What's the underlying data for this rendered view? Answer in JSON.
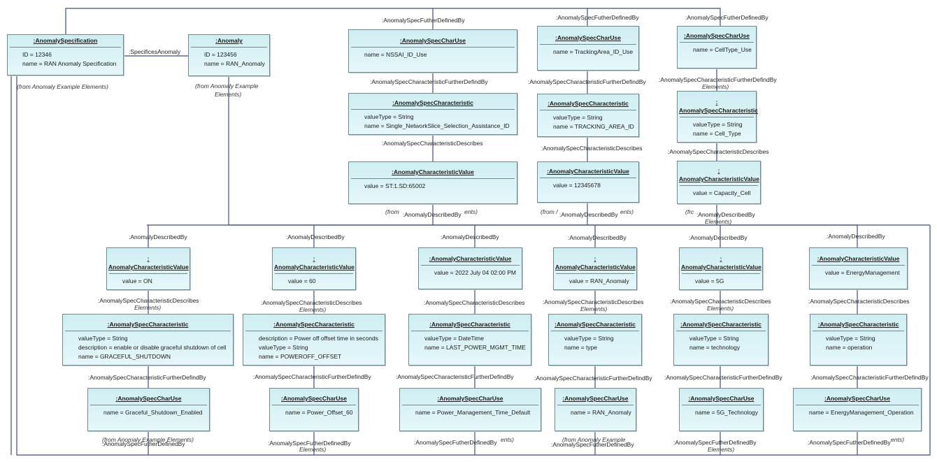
{
  "top": {
    "spec": {
      "title": ":AnomalySpecification",
      "attrs": [
        "ID = 12346",
        "name = RAN Anomaly Specification"
      ],
      "from": "(from Anomaly Example Elements)"
    },
    "specifies_label": ":SpecificesAnomaly",
    "anomaly": {
      "title": ":Anomaly",
      "attrs": [
        "ID = 123456",
        "name = RAN_Anomaly"
      ],
      "from1": "(from Anomaly Example",
      "from2": "Elements)"
    }
  },
  "upper_cols": [
    {
      "fd_label": ":AnomalySpecFutherDefinedBy",
      "charuse": {
        "title": ":AnomalySpecCharUse",
        "attrs": [
          "name = NSSAI_ID_Use"
        ]
      },
      "cfd_label": ":AnomalySpecCharacteristicFurtherDefindBy",
      "char": {
        "title": ":AnomalySpecCharacteristic",
        "attrs": [
          "valueType = String",
          "name = Single_NetworkSlice_Selection_Assistance_ID"
        ]
      },
      "cd_label": ":AnomalySpecCharacteristicDescribes",
      "val": {
        "title": ":AnomalyCharacteristicValue",
        "attrs": [
          "value = ST:1.SD:65002"
        ]
      },
      "from_frag": "(from",
      "from_frag2": "ents)",
      "db_label": ":AnomalyDescribedBy"
    },
    {
      "fd_label": ":AnomalySpecFutherDefinedBy",
      "charuse": {
        "title": ":AnomalySpecCharUse",
        "attrs": [
          "name = TrackingArea_ID_Use"
        ]
      },
      "cfd_label": ":AnomalySpecCharacteristicFurtherDefindBy",
      "char": {
        "title": ":AnomalySpecCharacteristic",
        "attrs": [
          "valueType = String",
          "name = TRACKING_AREA_ID"
        ]
      },
      "cd_label": ":AnomalySpecCharacteristicDescribes",
      "val": {
        "title": ":AnomalyCharacteristicValue",
        "attrs": [
          "value = 12345678"
        ]
      },
      "from_frag": "(from /",
      "from_frag2": "ents)",
      "db_label": ":AnomalyDescribedBy"
    },
    {
      "fd_label": ":AnomalySpecFutherDefinedBy",
      "charuse": {
        "title": ":AnomalySpecCharUse",
        "attrs": [
          "name = CellType_Use"
        ]
      },
      "cfd_label": ":AnomalySpecCharacteristicFurtherDefindBy",
      "cfd_elem": "Elements)",
      "char": {
        "title": ":",
        "title2": "AnomalySpecCharacteristic",
        "attrs": [
          "valueType = String",
          "name = Cell_Type"
        ]
      },
      "cd_label": ":AnomalySpecCharacteristicDescribes",
      "val": {
        "title": ":",
        "title2": "AnomalyCharacteristicValue",
        "attrs": [
          "value = Capacity_Cell"
        ]
      },
      "from_frag": "(frc",
      "from_frag2": "",
      "db_label": ":AnomalyDescribedBy",
      "db_elem": "Elements)"
    }
  ],
  "lower_cols": [
    {
      "db_label": ":AnomalyDescribedBy",
      "val": {
        "title": ":",
        "title2": "AnomalyCharacteristicValue",
        "attrs": [
          "value = ON"
        ]
      },
      "cd_label": ":AnomalySpecCharacteristicDescribes",
      "cd_elem": "Elements)",
      "char": {
        "title": ":AnomalySpecCharacteristic",
        "attrs": [
          "valueType = String",
          "description = enable or disable graceful shutdown of cell",
          "name = GRACEFUL_SHUTDOWN"
        ]
      },
      "cfd_label": ":AnomalySpecCharacteristicFurtherDefindBy",
      "charuse": {
        "title": ":AnomalySpecCharUse",
        "attrs": [
          "name = Graceful_Shutdown_Enabled"
        ]
      },
      "fd_label": ":AnomalySpecFutherDefinedBy",
      "fd_frag": "(from Anomaly Example Elements)"
    },
    {
      "db_label": ":AnomalyDescribedBy",
      "val": {
        "title": ":",
        "title2": "AnomalyCharacteristicValue",
        "attrs": [
          "value = 60"
        ]
      },
      "cd_label": ":AnomalySpecCharacteristicDescribes",
      "cd_elem": "Elements)",
      "char": {
        "title": ":AnomalySpecCharacteristic",
        "attrs": [
          "description = Power off offset time in seconds",
          "valueType = String",
          "name = POWEROFF_OFFSET"
        ]
      },
      "cfd_label": ":AnomalySpecCharacteristicFurtherDefindBy",
      "charuse": {
        "title": ":AnomalySpecCharUse",
        "attrs": [
          "name = Power_Offset_60"
        ]
      },
      "fd_label": ":AnomalySpecFutherDefinedBy",
      "fd_frag": "Elements)"
    },
    {
      "db_label": ":AnomalyDescribedBy",
      "val": {
        "title": ":AnomalyCharacteristicValue",
        "title2": "",
        "attrs": [
          "value = 2022 July 04 02:00 PM"
        ]
      },
      "cd_label": ":AnomalySpecCharacteristicDescribes",
      "cd_elem": "",
      "char": {
        "title": ":AnomalySpecCharacteristic",
        "attrs": [
          "valueType = DateTime",
          "name = LAST_POWER_MGMT_TIME"
        ]
      },
      "cfd_label": ":AnomalySpecCharacteristicFurtherDefindBy",
      "charuse": {
        "title": ":AnomalySpecCharUse",
        "attrs": [
          "name = Power_Management_Time_Default"
        ]
      },
      "fd_label": ":AnomalySpecFutherDefinedBy",
      "fd_frag": "ents)"
    },
    {
      "db_label": ":AnomalyDescribedBy",
      "val": {
        "title": ":",
        "title2": "AnomalyCharacteristicValue",
        "attrs": [
          "value = RAN_Anomaly"
        ]
      },
      "cd_label": ":AnomalySpecCharacteristicDescribes",
      "cd_elem": "Elements)",
      "char": {
        "title": ":AnomalySpecCharacteristic",
        "attrs": [
          "valueType = String",
          "name = type"
        ]
      },
      "cfd_label": ":AnomalySpecCharacteristicFurtherDefindBy",
      "charuse": {
        "title": ":AnomalySpecCharUse",
        "attrs": [
          "name = RAN_Anomaly"
        ]
      },
      "fd_label": ":AnomalySpecFutherDefinedBy",
      "fd_frag": "(from Anomaly Example"
    },
    {
      "db_label": ":AnomalyDescribedBy",
      "val": {
        "title": ":",
        "title2": "AnomalyCharacteristicValue",
        "attrs": [
          "value = 5G"
        ]
      },
      "cd_label": ":AnomalySpecCharacteristicDescribes",
      "cd_elem": "Elements)",
      "char": {
        "title": ":AnomalySpecCharacteristic",
        "attrs": [
          "valueType = String",
          "name = technology"
        ]
      },
      "cfd_label": ":AnomalySpecCharacteristicFurtherDefindBy",
      "charuse": {
        "title": ":AnomalySpecCharUse",
        "attrs": [
          "name = 5G_Technology"
        ]
      },
      "fd_label": ":AnomalySpecFutherDefinedBy",
      "fd_frag": "Elements)"
    },
    {
      "db_label": ":AnomalyDescribedBy",
      "val": {
        "title": ":AnomalyCharacteristicValue",
        "title2": "",
        "attrs": [
          "value = EnergyManagement"
        ]
      },
      "cd_label": ":AnomalySpecCharacteristicDescribes",
      "cd_elem": "",
      "char": {
        "title": ":AnomalySpecCharacteristic",
        "attrs": [
          "valueType = String",
          "name = operation"
        ]
      },
      "cfd_label": ":AnomalySpecCharacteristicFurtherDefindBy",
      "charuse": {
        "title": ":AnomalySpecCharUse",
        "attrs": [
          "name = EnergyManagement_Operation"
        ]
      },
      "fd_label": ":AnomalySpecFutherDefinedBy",
      "fd_frag": "ents)"
    }
  ],
  "colors": {
    "box_fill_top": "#cfeef2",
    "box_fill_bottom": "#e6f7f9",
    "box_border": "#6f8a93",
    "connector": "#3d4e77"
  }
}
